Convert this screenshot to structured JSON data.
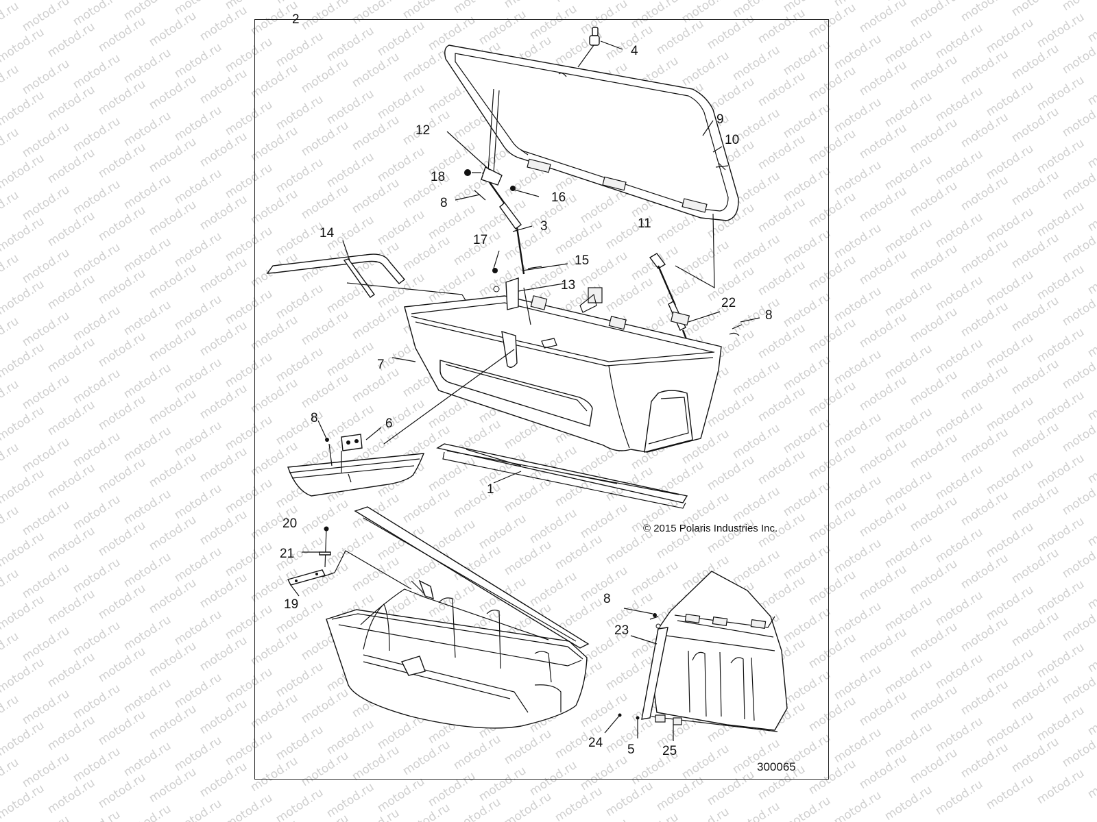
{
  "diagram": {
    "copyright": "© 2015 Polaris Industries Inc.",
    "figure_id": "300065",
    "watermark": "motod.ru",
    "callouts": [
      "1",
      "2",
      "3",
      "4",
      "5",
      "6",
      "7",
      "8",
      "8",
      "8",
      "8",
      "9",
      "10",
      "11",
      "12",
      "13",
      "14",
      "15",
      "16",
      "17",
      "18",
      "19",
      "20",
      "21",
      "22",
      "23",
      "24",
      "25"
    ]
  }
}
